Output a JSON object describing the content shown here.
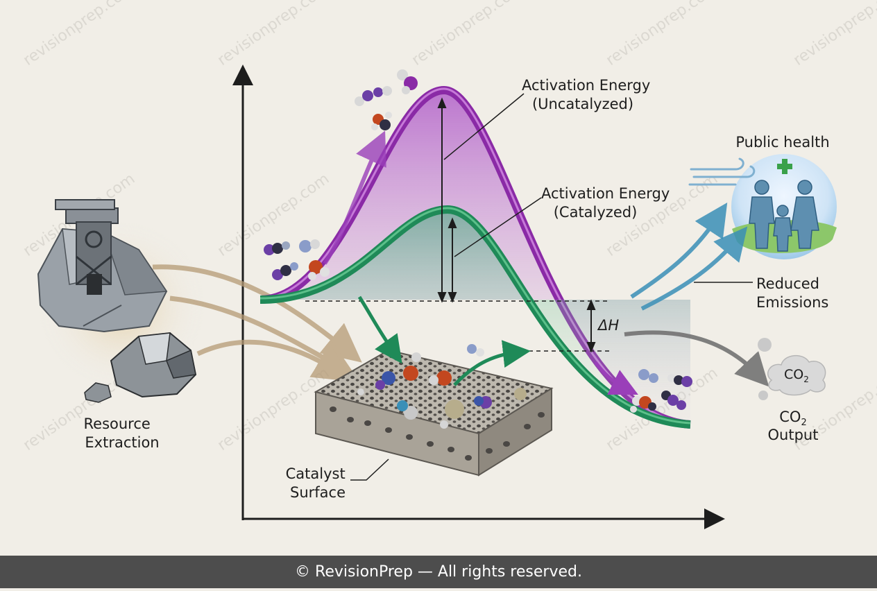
{
  "watermark": "revisionprep.com",
  "labels": {
    "resource_extraction": [
      "Resource",
      "Extraction"
    ],
    "catalyst_surface": [
      "Catalyst",
      "Surface"
    ],
    "activation_uncatalyzed": [
      "Activation Energy",
      "(Uncatalyzed)"
    ],
    "activation_catalyzed": [
      "Activation Energy",
      "(Catalyzed)"
    ],
    "delta_h": "ΔH",
    "public_health": "Public health",
    "reduced_emissions": [
      "Reduced",
      "Emissions"
    ],
    "co2_cloud": {
      "base": "CO",
      "sub": "2"
    },
    "co2_output": {
      "base": "CO",
      "sub": "2",
      "line2": "Output"
    }
  },
  "colors": {
    "uncatalyzed": "#8a2aa6",
    "catalyzed": "#1f8a58",
    "background": "#f1eee7",
    "footer": "#4d4d4d",
    "arrow_blue": "#3a8fb7",
    "arrow_gray": "#6b6b6b",
    "arrow_tan": "#a8916f"
  },
  "footer": {
    "text": "© RevisionPrep — All rights reserved."
  }
}
